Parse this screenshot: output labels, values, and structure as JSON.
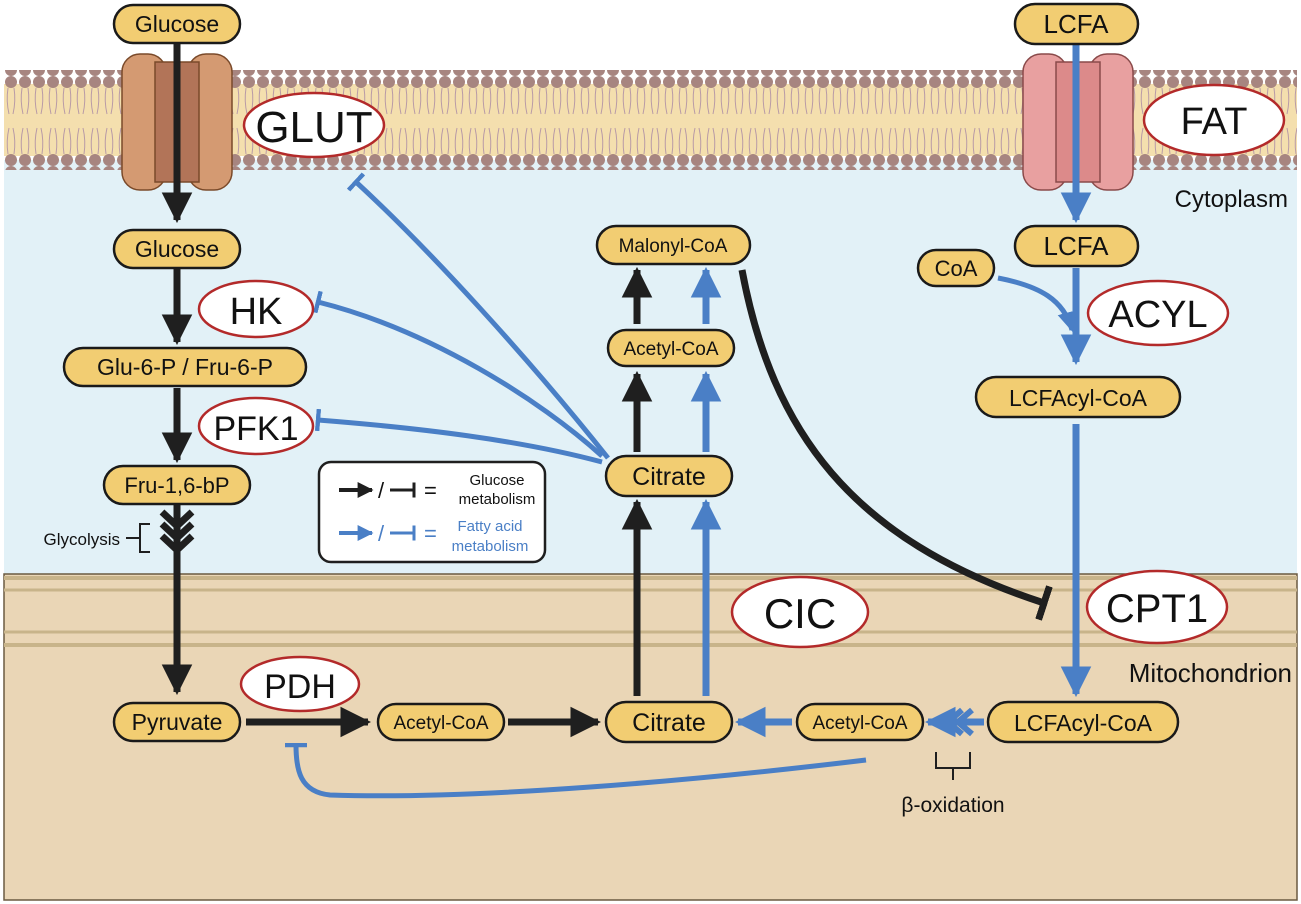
{
  "metabolites": {
    "glucose_out": "Glucose",
    "glucose_in": "Glucose",
    "g6p": "Glu-6-P / Fru-6-P",
    "f16bp": "Fru-1,6-bP",
    "pyruvate": "Pyruvate",
    "acetylcoa_mito": "Acetyl-CoA",
    "citrate_mito": "Citrate",
    "acetylcoa_beta": "Acetyl-CoA",
    "lcfacylcoa_mito": "LCFAcyl-CoA",
    "citrate_cyto": "Citrate",
    "acetylcoa_cyto": "Acetyl-CoA",
    "malonylcoa": "Malonyl-CoA",
    "lcfa_out": "LCFA",
    "lcfa_in": "LCFA",
    "coa": "CoA",
    "lcfacylcoa_cyto": "LCFAcyl-CoA"
  },
  "enzymes": {
    "glut": "GLUT",
    "hk": "HK",
    "pfk1": "PFK1",
    "pdh": "PDH",
    "cic": "CIC",
    "fat": "FAT",
    "acyl": "ACYL",
    "cpt1": "CPT1"
  },
  "compartments": {
    "cytoplasm": "Cytoplasm",
    "mitochondrion": "Mitochondrion"
  },
  "labels": {
    "glycolysis": "Glycolysis",
    "beta_oxidation": "β-oxidation"
  },
  "legend": {
    "glucose_line1": "Glucose",
    "glucose_line2": "metabolism",
    "fatty_line1": "Fatty acid",
    "fatty_line2": "metabolism",
    "separator": "/",
    "equals": "="
  },
  "colors": {
    "glucose_pathway": "#1f1f1f",
    "fatty_acid_pathway": "#4a7fc6",
    "metabolite_fill": "#f2cd72",
    "enzyme_outline": "#b32a2a",
    "cytoplasm": "#e2f1f7",
    "mitochondrion": "#ead6b6"
  }
}
